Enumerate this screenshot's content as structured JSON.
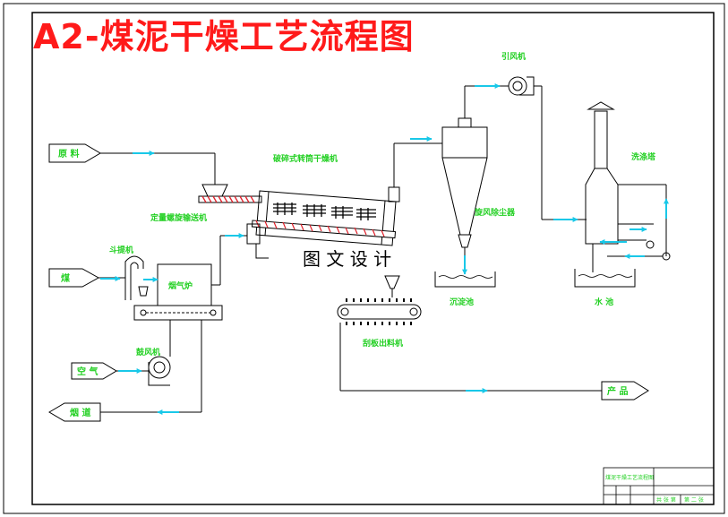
{
  "title": "A2-煤泥干燥工艺流程图",
  "watermark": "图 文 设 计",
  "labels": {
    "raw_material": "原 料",
    "coal": "煤",
    "air": "空 气",
    "exhaust": "烟 道",
    "product": "产 品",
    "hopper_elevator": "斗提机",
    "hot_air_furnace": "烟气炉",
    "screw_feeder": "定量螺旋输送机",
    "rotary_dryer": "破碎式转筒干燥机",
    "blower": "鼓风机",
    "induced_fan": "引风机",
    "cyclone": "旋风除尘器",
    "scrubber": "洗涤塔",
    "settling_tank": "沉淀池",
    "water_tank": "水 池",
    "scraper_conveyor": "刮板出料机"
  },
  "title_block": {
    "drawing_name": "煤泥干燥工艺流程图",
    "sheet_total": "共 张 第",
    "sheet_no": "第 二 张"
  },
  "colors": {
    "title": "#ff1a1a",
    "labels": "#22d022",
    "arrows": "#19c8e8",
    "lines": "#000000",
    "hatching": "#e0202a"
  }
}
